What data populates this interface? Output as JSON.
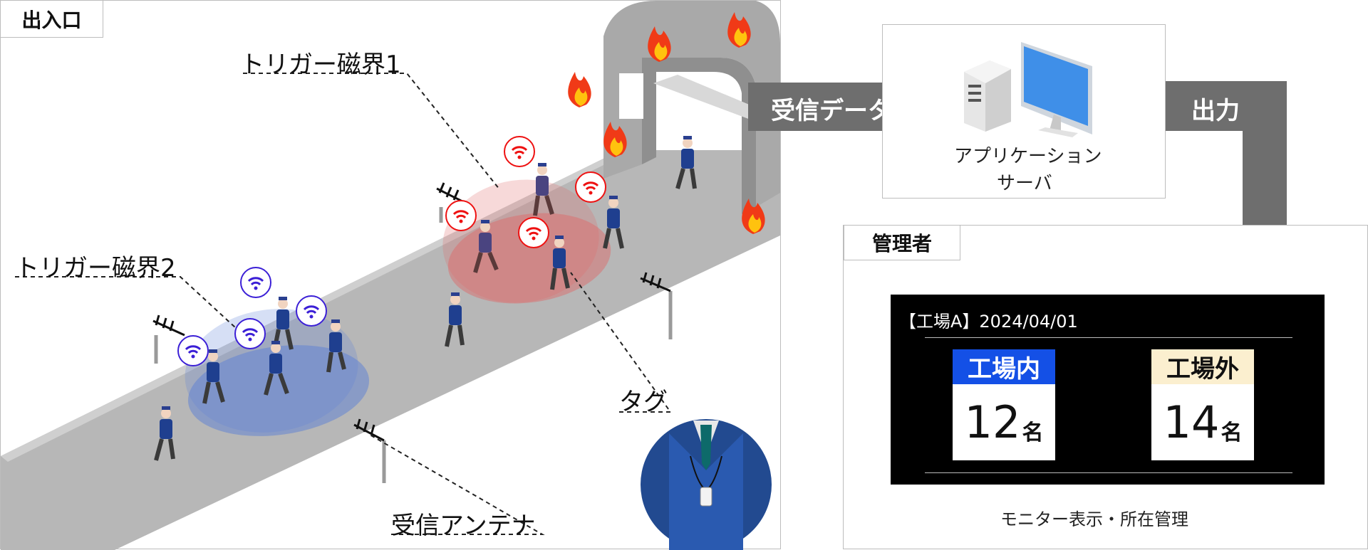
{
  "entrance": {
    "label": "出入口"
  },
  "labels": {
    "trigger1": "トリガー磁界1",
    "trigger2": "トリガー磁界2",
    "tag": "タグ",
    "antenna": "受信アンテナ"
  },
  "flow": {
    "received_data": "受信データ",
    "output": "出力"
  },
  "server": {
    "line1": "アプリケーション",
    "line2": "サーバ"
  },
  "admin": {
    "label": "管理者"
  },
  "monitor": {
    "header": "【工場A】2024/04/01",
    "inside": {
      "label": "工場内",
      "count": "12",
      "unit": "名"
    },
    "outside": {
      "label": "工場外",
      "count": "14",
      "unit": "名"
    },
    "caption": "モニター表示・所在管理"
  },
  "colors": {
    "zone1": "#e06666",
    "zone2": "#5b7fd6",
    "inside_header": "#1450e6",
    "outside_header": "#fbefcf",
    "arrow": "#6e6e6e",
    "road": "#b5b5b5"
  },
  "icons": [
    "fire-icon",
    "wifi-icon",
    "antenna-icon",
    "server-icon",
    "monitor-icon",
    "person-icon",
    "id-badge-icon"
  ]
}
